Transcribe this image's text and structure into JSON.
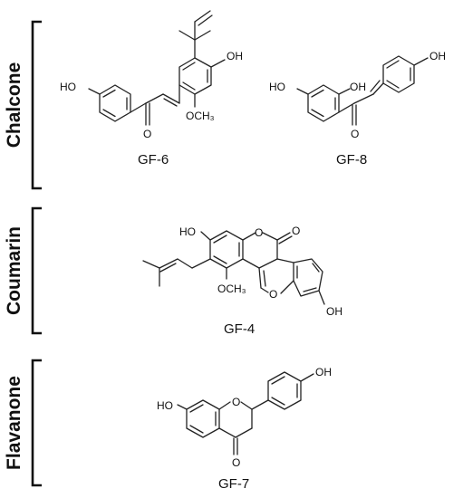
{
  "classes": [
    {
      "label": "Chalcone"
    },
    {
      "label": "Coumarin"
    },
    {
      "label": "Flavanone"
    }
  ],
  "compounds": {
    "gf6": {
      "label": "GF-6",
      "atoms": {
        "ho": "HO",
        "o": "O",
        "oh": "OH",
        "och3": "OCH₃"
      }
    },
    "gf8": {
      "label": "GF-8",
      "atoms": {
        "ho": "HO",
        "oh2": "OH",
        "oh4": "OH",
        "o": "O"
      }
    },
    "gf4": {
      "label": "GF-4",
      "atoms": {
        "ho": "HO",
        "o_ring": "O",
        "o_carbonyl": "O",
        "och3": "OCH₃",
        "o_furan": "O",
        "oh": "OH"
      }
    },
    "gf7": {
      "label": "GF-7",
      "atoms": {
        "ho": "HO",
        "o_ring": "O",
        "oh": "OH",
        "o_ketone": "O"
      }
    }
  }
}
